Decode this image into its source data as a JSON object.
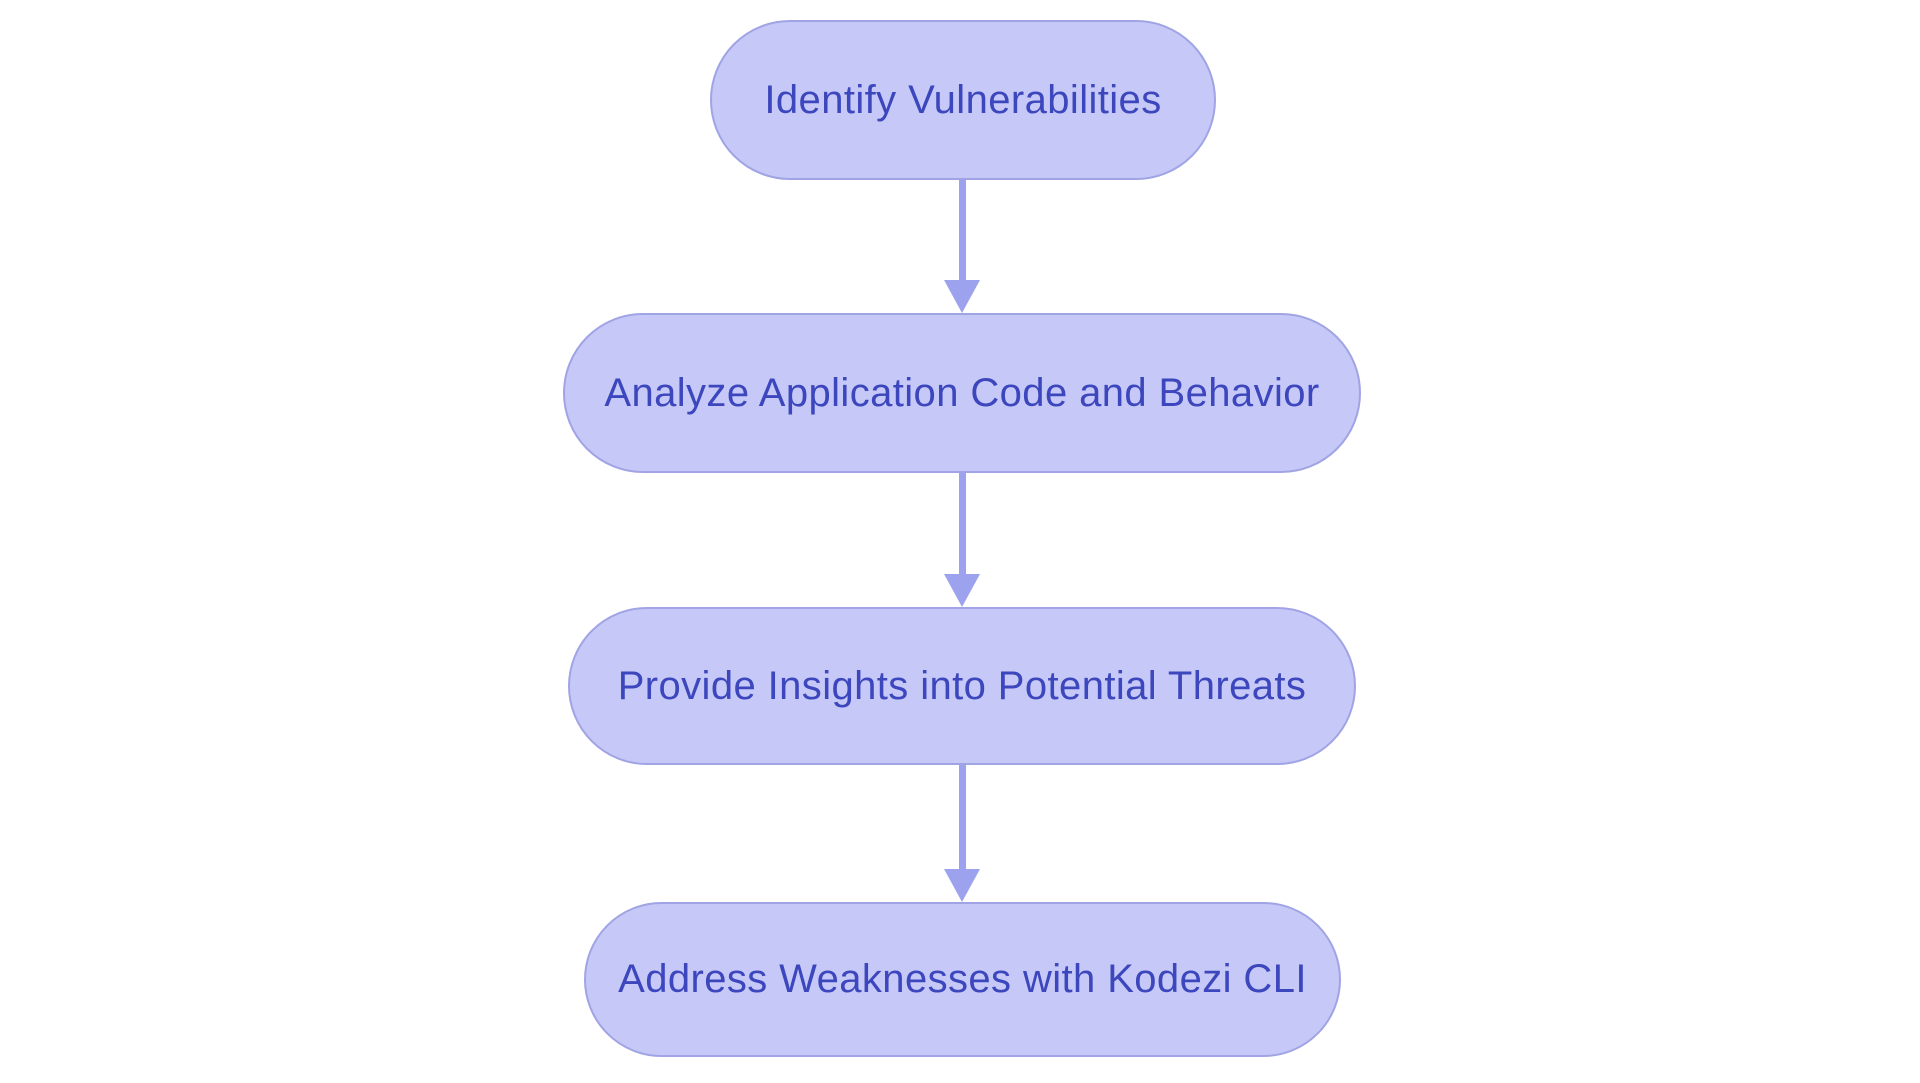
{
  "diagram": {
    "type": "flowchart",
    "direction": "top-down",
    "nodes": [
      {
        "id": "identify-vulnerabilities",
        "label": "Identify Vulnerabilities"
      },
      {
        "id": "analyze-application-code",
        "label": "Analyze Application Code and Behavior"
      },
      {
        "id": "provide-insights",
        "label": "Provide Insights into Potential Threats"
      },
      {
        "id": "address-weaknesses",
        "label": "Address Weaknesses with Kodezi CLI"
      }
    ],
    "edges": [
      {
        "from": "identify-vulnerabilities",
        "to": "analyze-application-code",
        "style": "arrow-down"
      },
      {
        "from": "analyze-application-code",
        "to": "provide-insights",
        "style": "arrow-down"
      },
      {
        "from": "provide-insights",
        "to": "address-weaknesses",
        "style": "arrow-down"
      }
    ],
    "colors": {
      "node_fill": "#c6c9f7",
      "node_border": "#a0a4e4",
      "node_text": "#3c46bd",
      "arrow": "#9ca2ee",
      "background": "#ffffff"
    }
  }
}
